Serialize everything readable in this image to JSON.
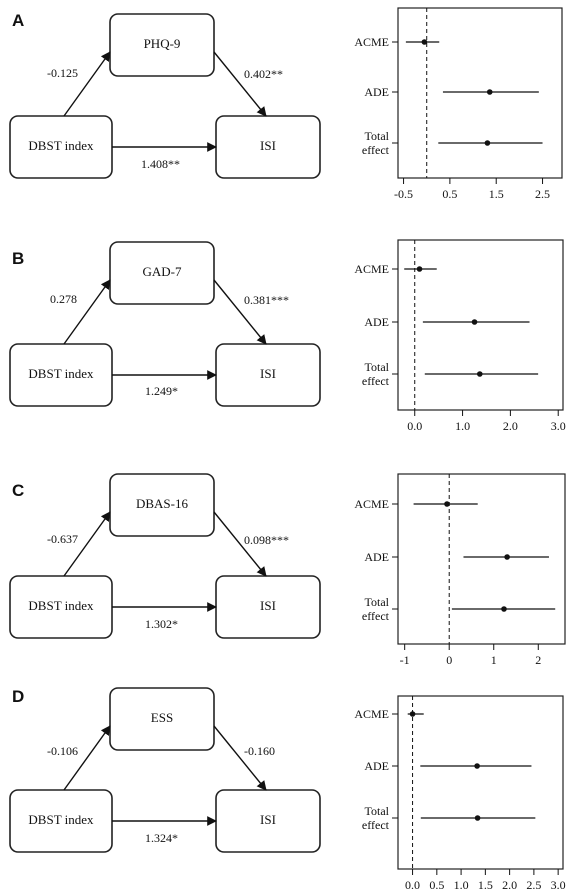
{
  "panels": [
    {
      "letter": "A",
      "diagram": {
        "mediator": "PHQ-9",
        "exposure": "DBST index",
        "outcome": "ISI",
        "path_a": "-0.125",
        "path_b": "0.402**",
        "path_c": "1.408**"
      }
    },
    {
      "letter": "B",
      "diagram": {
        "mediator": "GAD-7",
        "exposure": "DBST index",
        "outcome": "ISI",
        "path_a": "0.278",
        "path_b": "0.381***",
        "path_c": "1.249*"
      }
    },
    {
      "letter": "C",
      "diagram": {
        "mediator": "DBAS-16",
        "exposure": "DBST index",
        "outcome": "ISI",
        "path_a": "-0.637",
        "path_b": "0.098***",
        "path_c": "1.302*"
      }
    },
    {
      "letter": "D",
      "diagram": {
        "mediator": "ESS",
        "exposure": "DBST index",
        "outcome": "ISI",
        "path_a": "-0.106",
        "path_b": "-0.160",
        "path_c": "1.324*"
      }
    }
  ],
  "chart_data": [
    {
      "type": "forest",
      "panel": "A",
      "labels": [
        "ACME",
        "ADE",
        "Total effect"
      ],
      "estimates": [
        -0.05,
        1.36,
        1.31
      ],
      "ci_lower": [
        -0.45,
        0.35,
        0.25
      ],
      "ci_upper": [
        0.27,
        2.42,
        2.5
      ],
      "xticks": [
        -0.5,
        0.5,
        1.5,
        2.5
      ],
      "xtick_labels": [
        "-0.5",
        "0.5",
        "1.5",
        "2.5"
      ],
      "xlim": [
        -0.62,
        2.92
      ],
      "reference_line": 0
    },
    {
      "type": "forest",
      "panel": "B",
      "labels": [
        "ACME",
        "ADE",
        "Total effect"
      ],
      "estimates": [
        0.1,
        1.25,
        1.36
      ],
      "ci_lower": [
        -0.22,
        0.17,
        0.21
      ],
      "ci_upper": [
        0.46,
        2.4,
        2.58
      ],
      "xticks": [
        0,
        1,
        2,
        3
      ],
      "xtick_labels": [
        "0.0",
        "1.0",
        "2.0",
        "3.0"
      ],
      "xlim": [
        -0.35,
        3.1
      ],
      "reference_line": 0
    },
    {
      "type": "forest",
      "panel": "C",
      "labels": [
        "ACME",
        "ADE",
        "Total effect"
      ],
      "estimates": [
        -0.05,
        1.3,
        1.23
      ],
      "ci_lower": [
        -0.8,
        0.32,
        0.06
      ],
      "ci_upper": [
        0.64,
        2.24,
        2.38
      ],
      "xticks": [
        -1,
        0,
        1,
        2
      ],
      "xtick_labels": [
        "-1",
        "0",
        "1",
        "2"
      ],
      "xlim": [
        -1.15,
        2.6
      ],
      "reference_line": 0
    },
    {
      "type": "forest",
      "panel": "D",
      "labels": [
        "ACME",
        "ADE",
        "Total effect"
      ],
      "estimates": [
        0.0,
        1.33,
        1.34
      ],
      "ci_lower": [
        -0.1,
        0.16,
        0.17
      ],
      "ci_upper": [
        0.23,
        2.45,
        2.53
      ],
      "xticks": [
        0,
        0.5,
        1,
        1.5,
        2,
        2.5,
        3
      ],
      "xtick_labels": [
        "0.0",
        "0.5",
        "1.0",
        "1.5",
        "2.0",
        "2.5",
        "3.0"
      ],
      "xlim": [
        -0.3,
        3.1
      ],
      "reference_line": 0
    }
  ]
}
